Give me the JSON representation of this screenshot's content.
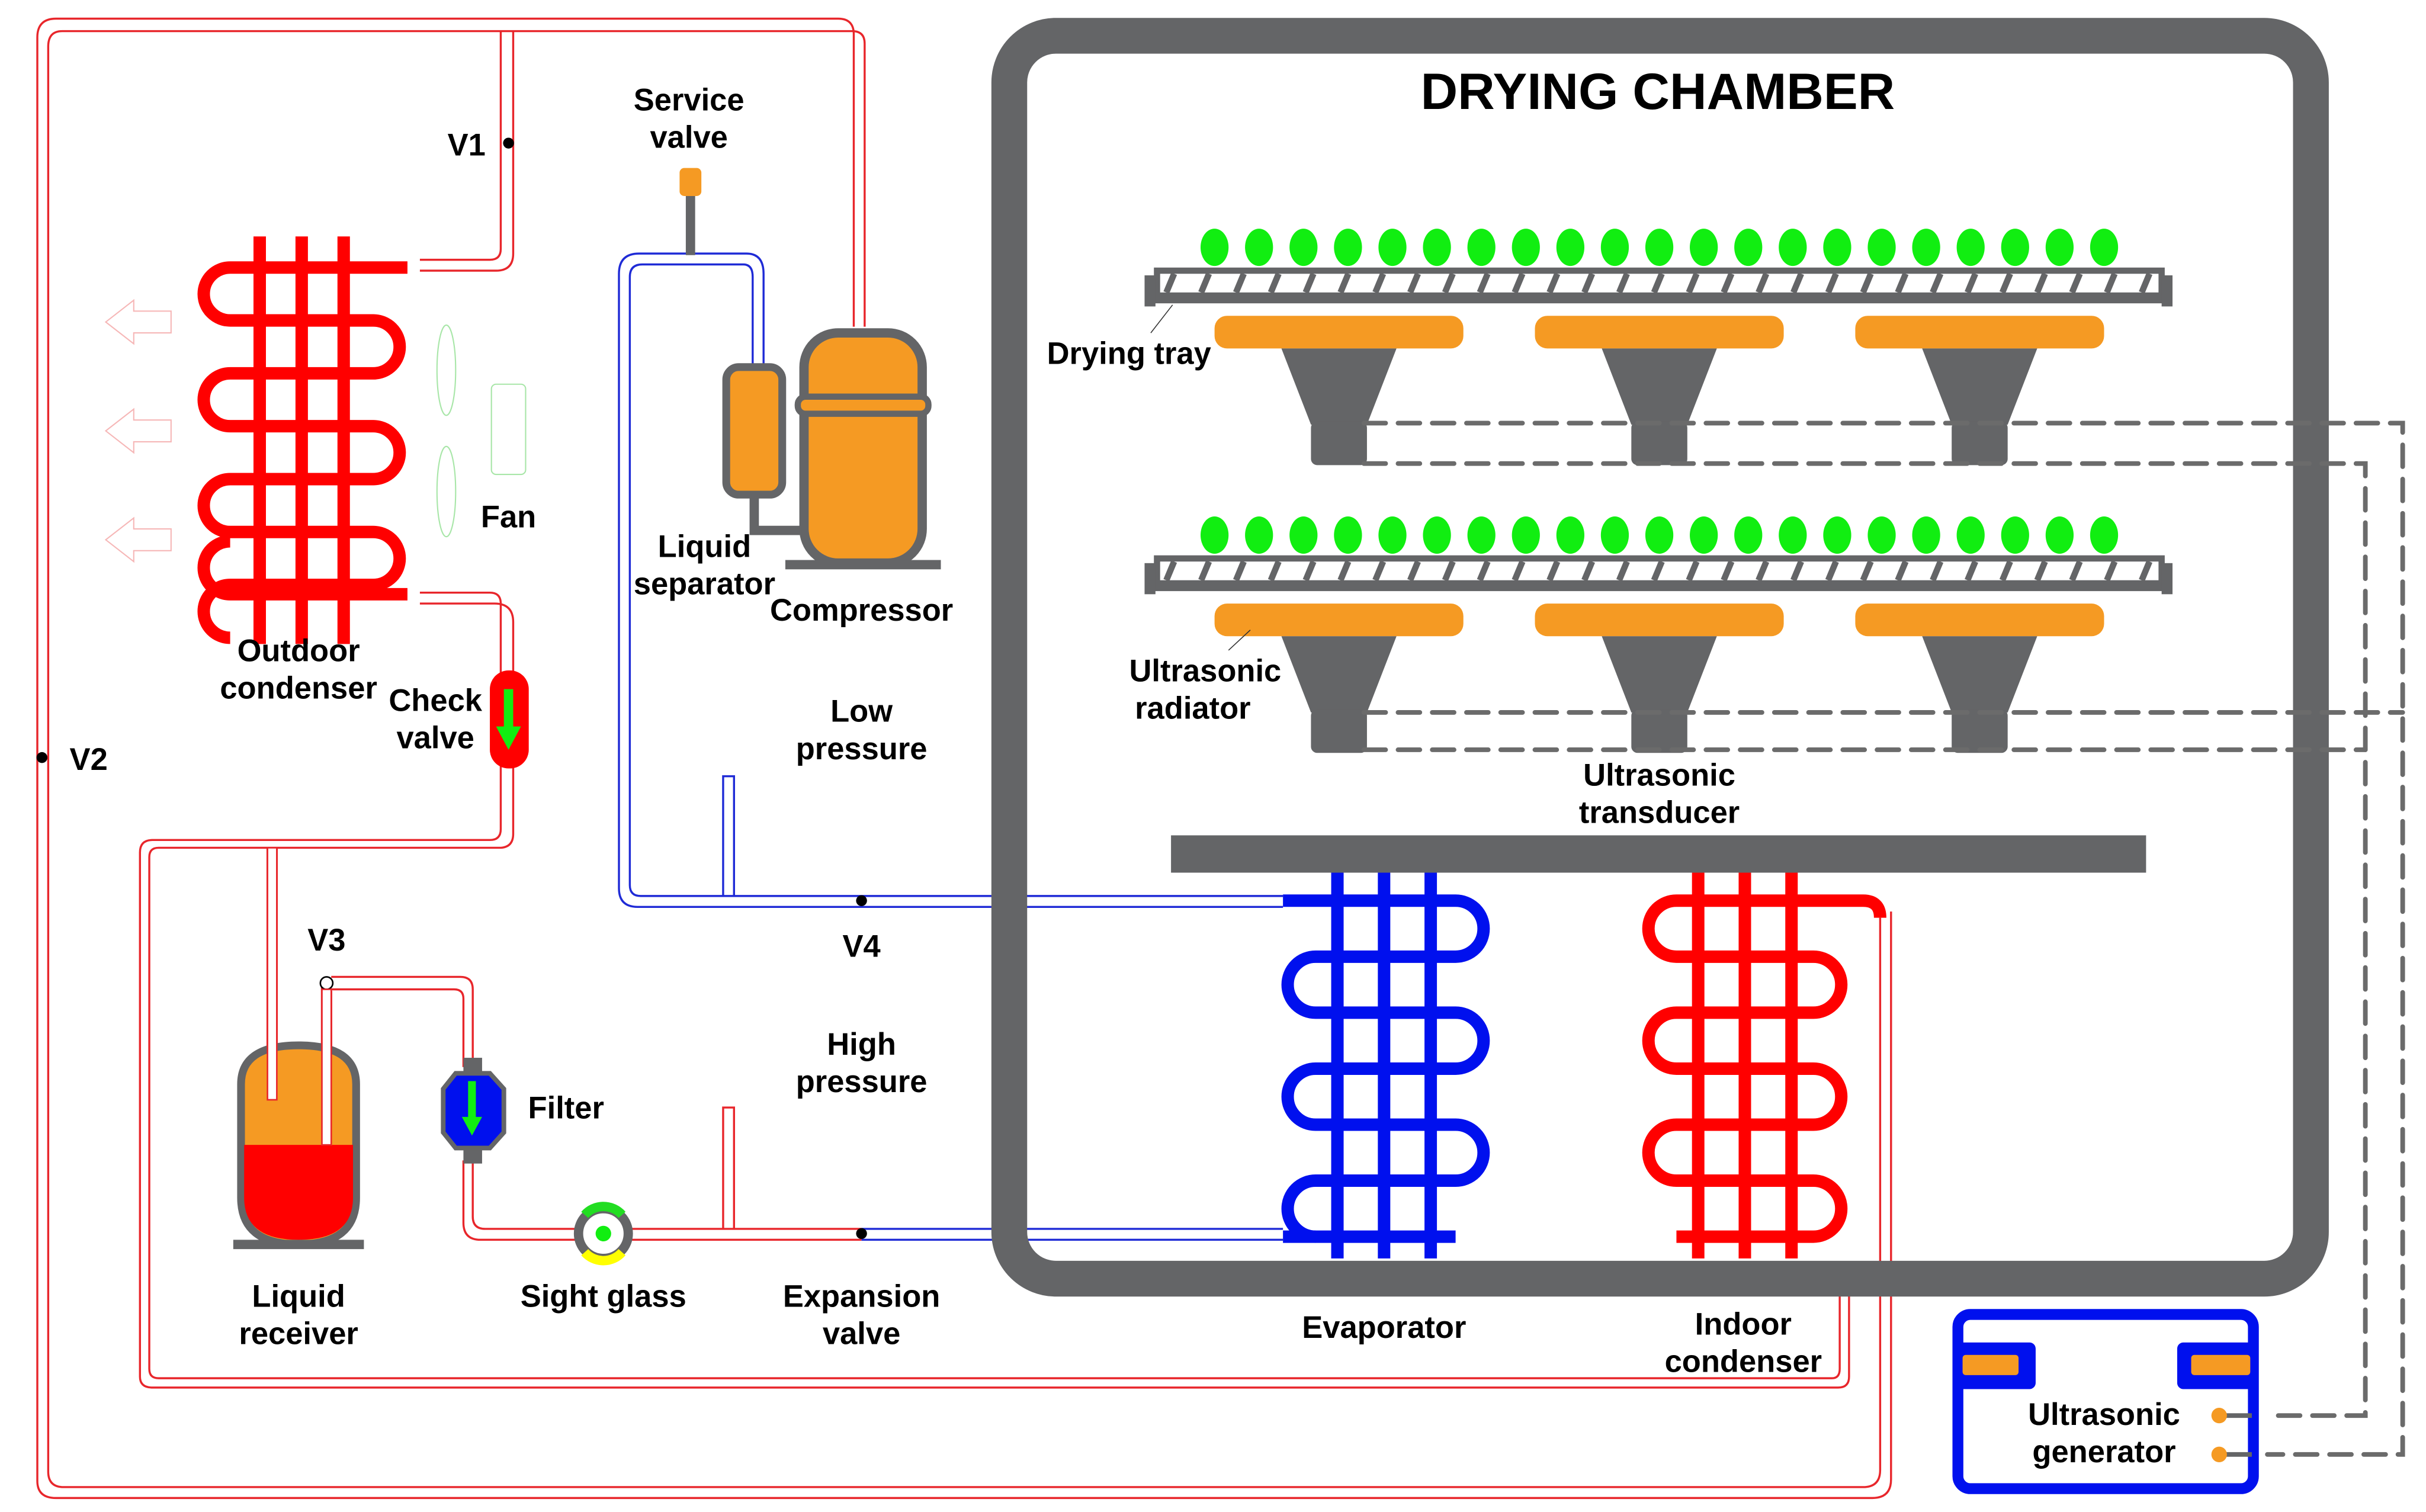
{
  "diagram": {
    "title": "DRYING CHAMBER",
    "colors": {
      "high_pressure_pipe": "#e8262b",
      "low_pressure_pipe": "#1f2bd6",
      "condenser_coil": "#ff0000",
      "evaporator_coil": "#0010ee",
      "chamber_wall": "#646567",
      "component_fill": "#f59a23",
      "material": "#11ee11",
      "generator_frame": "#0010ee"
    },
    "labels": {
      "service_valve": [
        "Service",
        "valve"
      ],
      "v1": "V1",
      "v2": "V2",
      "v3": "V3",
      "v4": "V4",
      "fan": "Fan",
      "outdoor_condenser": [
        "Outdoor",
        "condenser"
      ],
      "check_valve": [
        "Check",
        "valve"
      ],
      "liquid_separator": [
        "Liquid",
        "separator"
      ],
      "compressor": "Compressor",
      "low_pressure": [
        "Low",
        "pressure"
      ],
      "high_pressure": [
        "High",
        "pressure"
      ],
      "liquid_receiver": [
        "Liquid",
        "receiver"
      ],
      "filter": "Filter",
      "sight_glass": "Sight glass",
      "expansion_valve": [
        "Expansion",
        "valve"
      ],
      "drying_tray": "Drying tray",
      "ultrasonic_radiator": [
        "Ultrasonic",
        "radiator"
      ],
      "ultrasonic_transducer": [
        "Ultrasonic",
        "transducer"
      ],
      "evaporator": "Evaporator",
      "indoor_condenser": [
        "Indoor",
        "condenser"
      ],
      "ultrasonic_generator": [
        "Ultrasonic",
        "generator"
      ]
    },
    "trays": [
      {
        "name": "upper-tray",
        "material_count": 21,
        "radiator_count": 3
      },
      {
        "name": "lower-tray",
        "material_count": 21,
        "radiator_count": 3
      }
    ]
  }
}
